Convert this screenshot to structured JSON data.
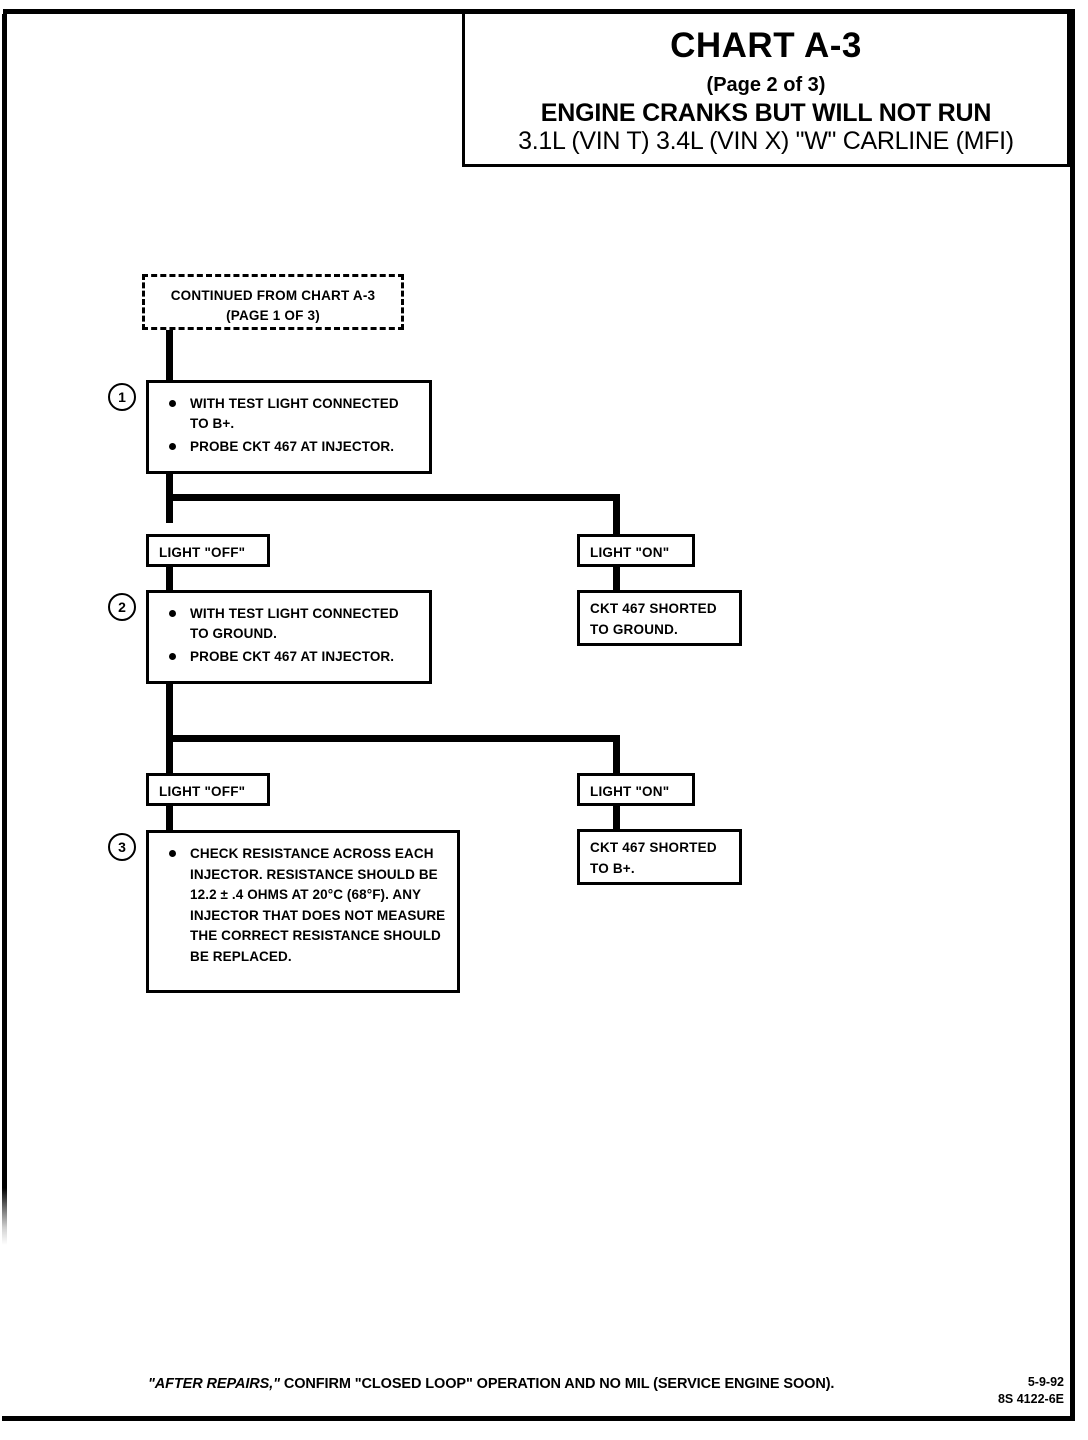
{
  "header": {
    "title": "CHART A-3",
    "page_of": "(Page 2 of 3)",
    "subtitle": "ENGINE CRANKS BUT WILL NOT RUN",
    "application": "3.1L (VIN T) 3.4L (VIN X) \"W\" CARLINE (MFI)"
  },
  "flow": {
    "continued_from": {
      "line1": "CONTINUED FROM CHART A-3",
      "line2": "(PAGE 1 OF 3)"
    },
    "step1": {
      "number": "1",
      "bullets": [
        "WITH TEST LIGHT CONNECTED TO B+.",
        "PROBE CKT 467 AT INJECTOR."
      ]
    },
    "step2": {
      "number": "2",
      "bullets": [
        "WITH TEST LIGHT CONNECTED TO GROUND.",
        "PROBE CKT 467 AT INJECTOR."
      ]
    },
    "step3": {
      "number": "3",
      "bullets": [
        "CHECK RESISTANCE ACROSS EACH INJECTOR. RESISTANCE SHOULD BE 12.2 ± .4 OHMS AT 20°C (68°F). ANY INJECTOR THAT DOES NOT MEASURE THE CORRECT RESISTANCE SHOULD BE REPLACED."
      ]
    },
    "branch1": {
      "left_label": "LIGHT \"OFF\"",
      "right_label": "LIGHT \"ON\"",
      "right_result_line1": "CKT 467 SHORTED",
      "right_result_line2": "TO GROUND."
    },
    "branch2": {
      "left_label": "LIGHT \"OFF\"",
      "right_label": "LIGHT \"ON\"",
      "right_result_line1": "CKT 467 SHORTED",
      "right_result_line2": "TO B+."
    }
  },
  "footer": {
    "note_emphasis": "\"AFTER REPAIRS,\"",
    "note_rest": " CONFIRM \"CLOSED LOOP\" OPERATION AND NO MIL (SERVICE ENGINE SOON).",
    "date_code": "5-9-92",
    "doc_code": "8S 4122-6E"
  }
}
